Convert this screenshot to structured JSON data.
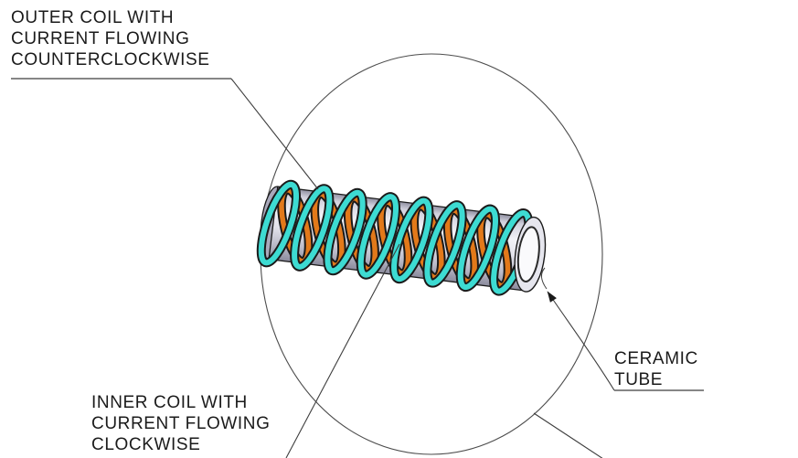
{
  "diagram": {
    "labels": {
      "outer_coil": {
        "lines": [
          "OUTER COIL WITH",
          "CURRENT FLOWING",
          "COUNTERCLOCKWISE"
        ]
      },
      "inner_coil": {
        "lines": [
          "INNER COIL WITH",
          "CURRENT FLOWING",
          "CLOCKWISE"
        ]
      },
      "ceramic_tube": {
        "lines": [
          "CERAMIC",
          "TUBE"
        ]
      }
    },
    "colors": {
      "outer_coil_wire": "#3ddbd2",
      "inner_coil_wire": "#e2791a",
      "tube_body": "#dcdce6",
      "outline": "#1a1a1a",
      "leader_line": "#3d3d3d"
    }
  }
}
